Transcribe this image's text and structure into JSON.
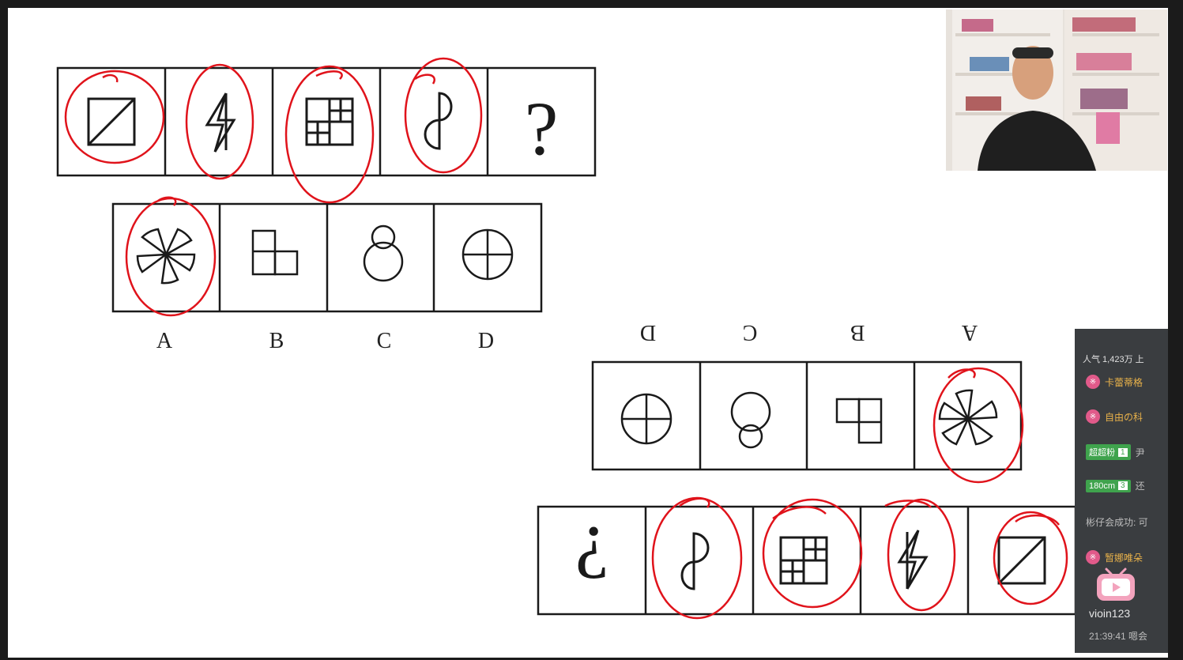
{
  "puzzle": {
    "question_mark": "?",
    "labels": [
      "A",
      "B",
      "C",
      "D"
    ]
  },
  "chat": {
    "popularity": "人气 1,423万 上",
    "items": [
      {
        "badge": "※",
        "name": "卡蕾蒂格"
      },
      {
        "badge": "※",
        "name": "自由の科"
      },
      {
        "tag": "超超粉",
        "level": "1",
        "text": "尹"
      },
      {
        "tag": "180cm",
        "level": "3",
        "text": "还"
      },
      {
        "text": "彬仔会成功: 可"
      },
      {
        "badge": "※",
        "name": "暂娜唯朵"
      }
    ],
    "user": "vioin123",
    "time": "21:39:41 嗯会"
  },
  "colors": {
    "circle": "#e0131b",
    "stroke": "#1a1a1a",
    "chat_bg": "#3a3d40",
    "green": "#3fa34d",
    "bili": "#f3a3bd"
  }
}
